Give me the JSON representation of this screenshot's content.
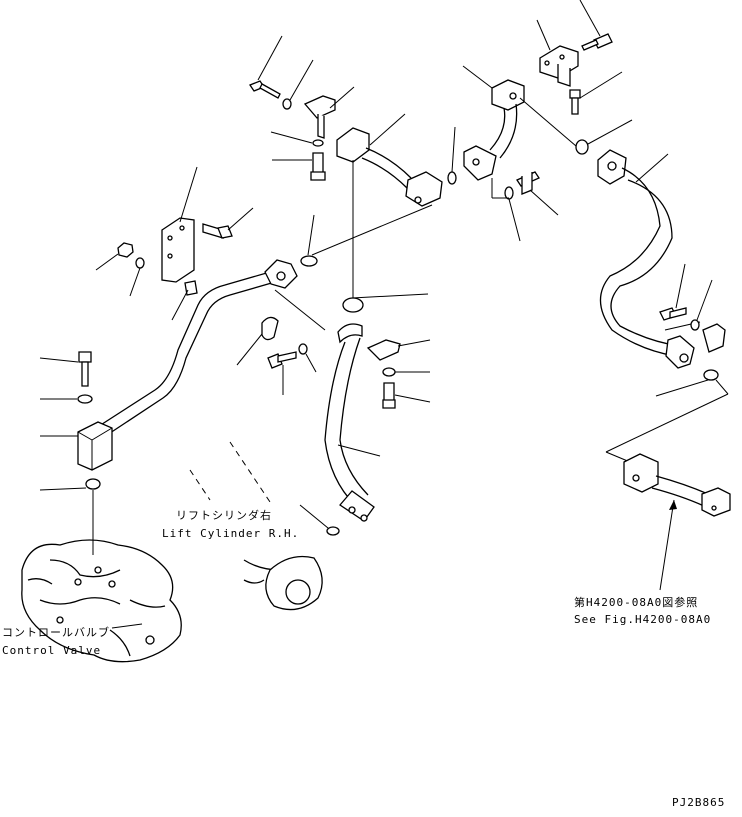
{
  "labels": {
    "lift_cylinder_jp": "リフトシリンダ右",
    "lift_cylinder_en": "Lift Cylinder R.H.",
    "control_valve_jp": "コントロールバルブ",
    "control_valve_en": "Control Valve",
    "see_fig_jp": "第H4200-08A0図参照",
    "see_fig_en": "See Fig.H4200-08A0",
    "drawing_code": "PJ2B865"
  }
}
